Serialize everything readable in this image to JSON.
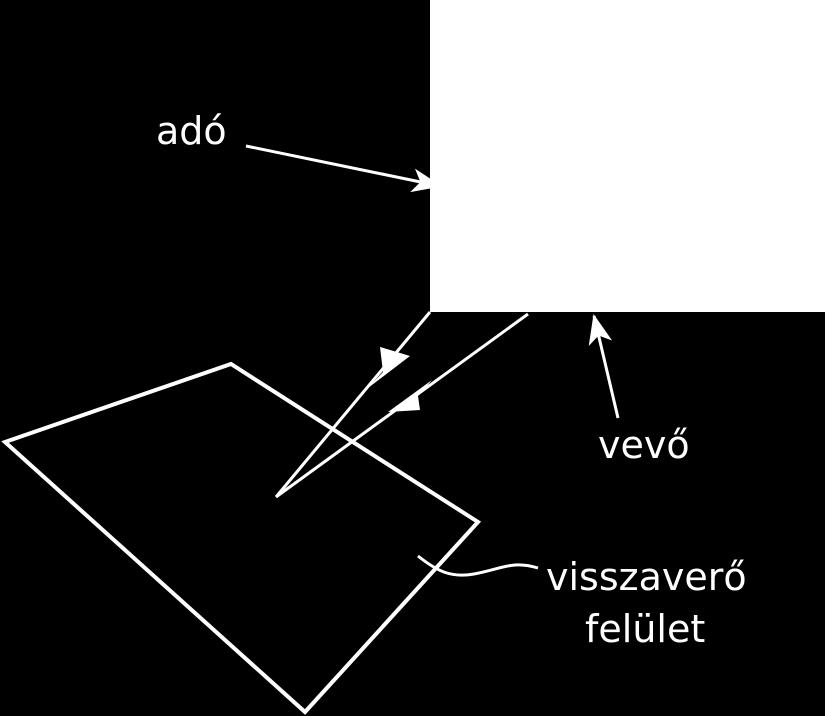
{
  "labels": {
    "transmitter": "adó",
    "receiver": "vevő",
    "surface_line1": "visszaverő",
    "surface_line2": "felület"
  },
  "colors": {
    "background": "#000000",
    "foreground": "#ffffff"
  }
}
